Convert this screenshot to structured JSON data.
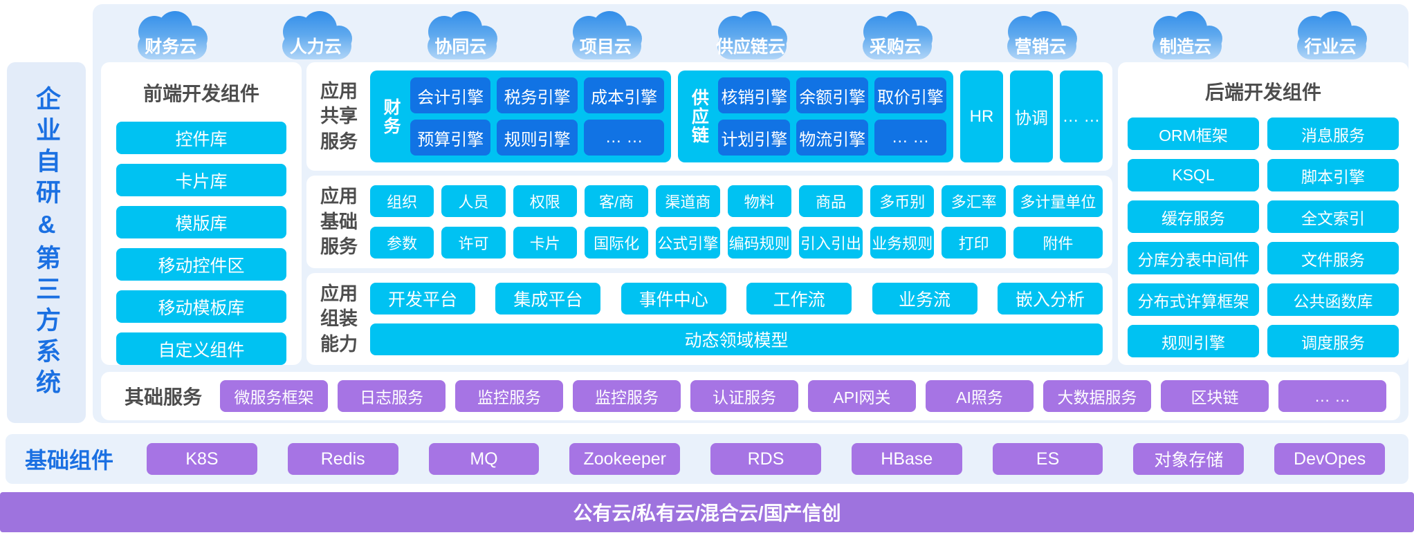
{
  "clouds": [
    "财务云",
    "人力云",
    "协同云",
    "项目云",
    "供应链云",
    "采购云",
    "营销云",
    "制造云",
    "行业云"
  ],
  "left_bar": {
    "label": "企业自研&第三方系统"
  },
  "frontend": {
    "title": "前端开发组件",
    "items": [
      "控件库",
      "卡片库",
      "模版库",
      "移动控件区",
      "移动模板库",
      "自定义组件"
    ]
  },
  "shared": {
    "label": "应用共享服务",
    "finance": {
      "label": "财务",
      "tiles": [
        "会计引擎",
        "税务引擎",
        "成本引擎",
        "预算引擎",
        "规则引擎",
        "… …"
      ]
    },
    "supply": {
      "label": "供应链",
      "tiles": [
        "核销引擎",
        "余额引擎",
        "取价引擎",
        "计划引擎",
        "物流引擎",
        "… …"
      ]
    },
    "singles": [
      "HR",
      "协调",
      "… …"
    ]
  },
  "appbase": {
    "label": "应用基础服务",
    "row1": [
      "组织",
      "人员",
      "权限",
      "客/商",
      "渠道商",
      "物料",
      "商品",
      "多币别",
      "多汇率",
      "多计量单位"
    ],
    "row2": [
      "参数",
      "许可",
      "卡片",
      "国际化",
      "公式引擎",
      "编码规则",
      "引入引出",
      "业务规则",
      "打印",
      "附件"
    ]
  },
  "assembly": {
    "label": "应用组装能力",
    "tiles": [
      "开发平台",
      "集成平台",
      "事件中心",
      "工作流",
      "业务流",
      "嵌入分析"
    ],
    "wide": "动态领域模型"
  },
  "backend": {
    "title": "后端开发组件",
    "items": [
      "ORM框架",
      "消息服务",
      "KSQL",
      "脚本引擎",
      "缓存服务",
      "全文索引",
      "分库分表中间件",
      "文件服务",
      "分布式许算框架",
      "公共函数库",
      "规则引擎",
      "调度服务"
    ]
  },
  "foundation": {
    "label": "其础服务",
    "items": [
      "微服务框架",
      "日志服务",
      "监控服务",
      "监控服务",
      "认证服务",
      "API网关",
      "AI照务",
      "大数据服务",
      "区块链",
      "… …"
    ]
  },
  "base": {
    "label": "基础组件",
    "items": [
      "K8S",
      "Redis",
      "MQ",
      "Zookeeper",
      "RDS",
      "HBase",
      "ES",
      "对象存储",
      "DevOpes"
    ]
  },
  "bottom_bar": {
    "label": "公有云/私有云/混合云/国产信创"
  },
  "colors": {
    "panel_bg": "#e9f1fb",
    "cyan": "#00c2f2",
    "blue": "#1173e4",
    "purple": "#a674e4",
    "bar_purple": "#9e73de",
    "accent_text": "#1b70e2",
    "cloud_top": "#2f8ce9",
    "cloud_bottom": "#b6d8f8"
  }
}
